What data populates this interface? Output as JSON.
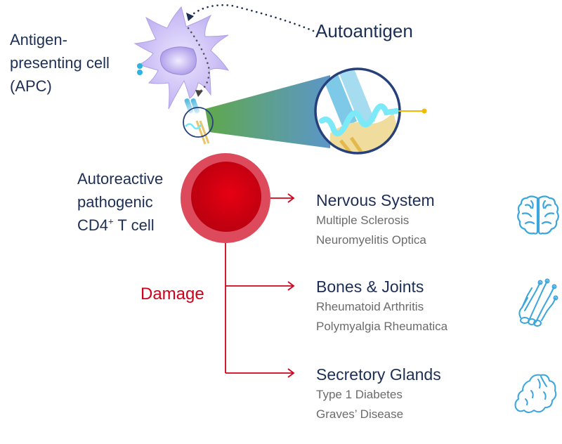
{
  "labels": {
    "apc": [
      "Antigen-",
      "presenting cell",
      "(APC)"
    ],
    "autoantigen": "Autoantigen",
    "tcell": [
      "Autoreactive",
      "pathogenic",
      "CD4",
      "+",
      " T cell"
    ],
    "damage": "Damage"
  },
  "organs": [
    {
      "title": "Nervous System",
      "diseases": [
        "Multiple Sclerosis",
        "Neuromyelitis Optica"
      ],
      "icon": "brain-icon"
    },
    {
      "title": "Bones & Joints",
      "diseases": [
        "Rheumatoid Arthritis",
        "Polymyalgia Rheumatica"
      ],
      "icon": "hand-bones-icon"
    },
    {
      "title": "Secretory Glands",
      "diseases": [
        "Type 1 Diabetes",
        "Graves’ Disease"
      ],
      "icon": "gland-icon"
    }
  ],
  "colors": {
    "text_navy": "#1d2f55",
    "damage_red": "#d0021b",
    "tcell_outer": "#dc4a5c",
    "tcell_inner": "#d6001c",
    "apc_purple": "#c2b5f0",
    "icon_blue": "#3aa6de",
    "marker_yellow": "#f5b800",
    "disease_gray": "#6b6b6b"
  }
}
